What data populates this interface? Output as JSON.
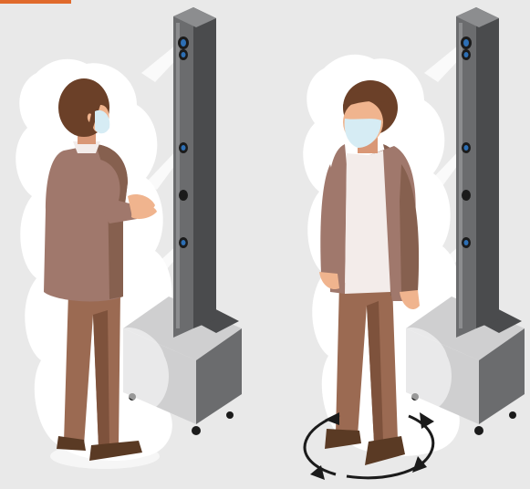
{
  "illustration": {
    "panels": [
      {
        "name": "person-facing-tower",
        "action": "hand-spray"
      },
      {
        "name": "person-rotating",
        "action": "full-body-spray"
      }
    ]
  },
  "colors": {
    "background": "#e9e9e9",
    "accent": "#e06a2c",
    "mist": "#ffffff",
    "tower_dark": "#4a4b4d",
    "tower_mid": "#6b6c6e",
    "tower_light": "#8c8d8f",
    "base_light": "#cfcfd0",
    "base_shadow": "#9a9b9d",
    "jacket": "#a0786c",
    "jacket_shadow": "#86604f",
    "trousers": "#9b6a52",
    "trousers_shadow": "#7e523c",
    "hair": "#6b4028",
    "skin": "#f0b48e",
    "skin_shadow": "#d99776",
    "mask": "#d6ecf4",
    "shoes": "#5a3a24",
    "shirt": "#f3ecea",
    "nozzle": "#2d6fb5",
    "arrows": "#1b1b1b"
  },
  "icons": [
    "accent-bar-icon",
    "rotation-arrows-icon",
    "nozzle-icon"
  ]
}
